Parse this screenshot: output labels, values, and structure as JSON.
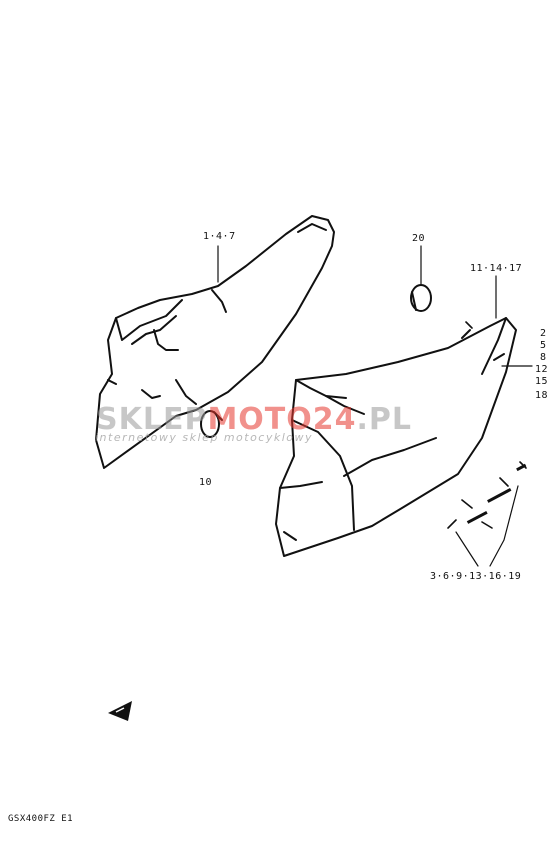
{
  "callouts": {
    "left_cover": "1·4·7",
    "cap": "20",
    "right_top": "11·14·17",
    "grommet": "10",
    "right_bottom": "3·6·9·13·16·19",
    "right_side": [
      "2",
      "5",
      "8",
      "12",
      "15",
      "18"
    ]
  },
  "watermark": {
    "brand_part1": "SKLEP",
    "brand_part2": "MOTO",
    "brand_part3": "24",
    "brand_part4": ".PL",
    "tagline": "internetowy sklep motocyklowy"
  },
  "footer": {
    "model_code": "GSX400FZ E1"
  },
  "colors": {
    "line": "#111111",
    "watermark_grey": "#9a9a9a",
    "watermark_red": "#e6382f"
  }
}
